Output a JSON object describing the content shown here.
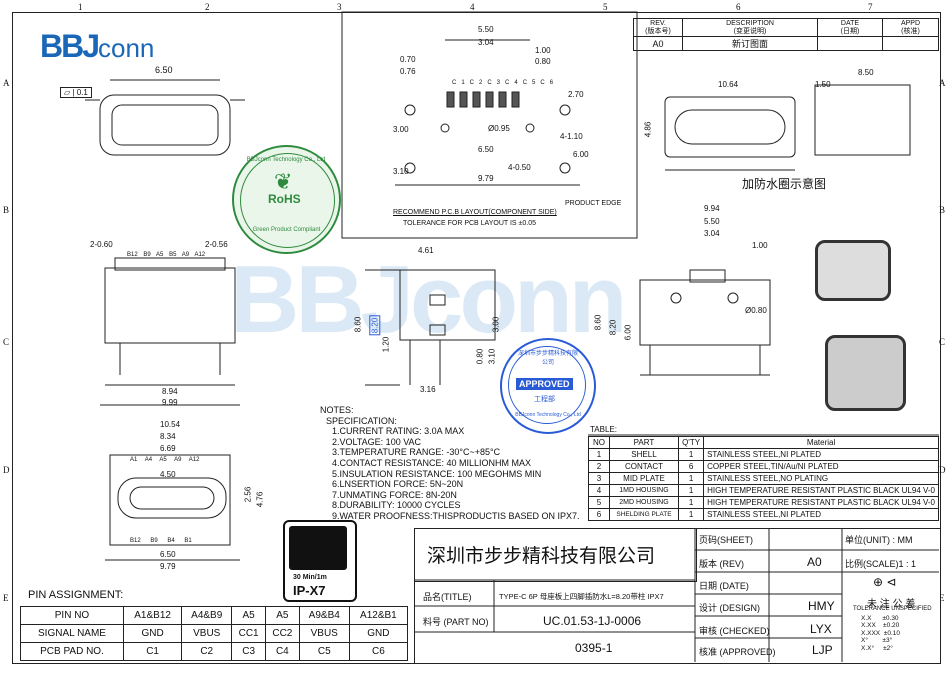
{
  "zones": {
    "cols": [
      "1",
      "2",
      "3",
      "4",
      "5",
      "6",
      "7"
    ],
    "rows": [
      "A",
      "B",
      "C",
      "D",
      "E"
    ]
  },
  "logo": {
    "text_bb": "BBJ",
    "text_conn": "conn",
    "watermark": "BBJconn"
  },
  "revision": {
    "headers": [
      "REV.\n(版本号)",
      "DESCRIPTION\n(变更说明)",
      "DATE\n(日期)",
      "APPD\n(核准)"
    ],
    "rev": "A0",
    "desc": "新订图面",
    "date": "",
    "appd": ""
  },
  "rohs": {
    "ring_top": "BBJconn Technology Co., Ltd",
    "center": "RoHS",
    "ring_bottom": "Green Product Compliant"
  },
  "approved_stamp": {
    "ring": "深圳市步步精科技有限公司",
    "center": "APPROVED",
    "sub": "工程部",
    "ring_en": "BBJconn Technology Co., Ltd"
  },
  "flatness": {
    "value": "0.1"
  },
  "pcb_layout": {
    "title": "RECOMMEND P.C.B LAYOUT(COMPONENT SIDE)",
    "tolerance": "TOLERANCE FOR PCB LAYOUT IS ±0.05",
    "product_edge": "PRODUCT EDGE",
    "pads": [
      "C1",
      "C2",
      "C3",
      "C4",
      "C5",
      "C6"
    ],
    "dims": [
      "5.50",
      "3.04",
      "1.00",
      "0.80",
      "0.70",
      "0.76",
      "2.70",
      "Ø0.95",
      "4-1.10",
      "6.50",
      "3.00",
      "6.00",
      "3.10",
      "4-0.50",
      "9.79"
    ]
  },
  "dims": {
    "front_top": "6.50",
    "left_labels": [
      "2-0.60",
      "2-0.56"
    ],
    "pins_top": [
      "B12",
      "B9",
      "A5",
      "B5",
      "A9",
      "A12"
    ],
    "front_bottom": [
      "8.94",
      "9.99"
    ],
    "side": [
      "4.61",
      "8.60",
      "8.20",
      "1.20",
      "3.00",
      "0.80",
      "3.10",
      "3.16"
    ],
    "right_side": [
      "9.94",
      "5.50",
      "3.04",
      "1.00",
      "8.60",
      "8.20",
      "6.00",
      "Ø0.80"
    ],
    "bottom_view": [
      "10.54",
      "8.34",
      "6.69",
      "4.50",
      "2.56",
      "4.76",
      "6.50",
      "9.79"
    ],
    "pins_bottom_top": [
      "A1",
      "A4",
      "A5",
      "A9",
      "A12"
    ],
    "pins_bottom_bot": [
      "B12",
      "B9",
      "B4",
      "B1"
    ],
    "iso": [
      "10.64",
      "8.50",
      "1.50",
      "4.86"
    ]
  },
  "waterproof_caption": "加防水圈示意图",
  "ipx7": {
    "depth": "30 Min/1m",
    "label": "IP-X7"
  },
  "notes": {
    "title": "NOTES:",
    "spec_title": "SPECIFICATION:",
    "items": [
      "1.CURRENT RATING: 3.0A MAX",
      "2.VOLTAGE: 100 VAC",
      "3.TEMPERATURE RANGE: -30°C~+85°C",
      "4.CONTACT RESISTANCE: 40 MILLIONHM MAX",
      "5.INSULATION RESISTANCE: 100 MEGOHMS MIN",
      "6.LNSERTION FORCE: 5N~20N",
      "7.UNMATING FORCE: 8N-20N",
      "8.DURABILITY: 10000 CYCLES",
      "9.WATER PROOFNESS:THISPRODUCTIS BASED ON IPX7."
    ]
  },
  "bom": {
    "title": "TABLE:",
    "headers": [
      "NO",
      "PART",
      "Q'TY",
      "Material"
    ],
    "rows": [
      [
        "1",
        "SHELL",
        "1",
        "STAINLESS STEEL,NI PLATED"
      ],
      [
        "2",
        "CONTACT",
        "6",
        "COPPER STEEL,TIN/Au/NI PLATED"
      ],
      [
        "3",
        "MID PLATE",
        "1",
        "STAINLESS STEEL,NO PLATING"
      ],
      [
        "4",
        "1MD HOUSING",
        "1",
        "HIGH TEMPERATURE RESISTANT PLASTIC BLACK UL94 V-0"
      ],
      [
        "5",
        "2MD HOUSING",
        "1",
        "HIGH TEMPERATURE RESISTANT PLASTIC BLACK UL94 V-0"
      ],
      [
        "6",
        "SHELDING PLATE",
        "1",
        "STAINLESS STEEL,NI PLATED"
      ]
    ]
  },
  "pin_assignment": {
    "title": "PIN  ASSIGNMENT:",
    "header": [
      "PIN  NO",
      "A1&B12",
      "A4&B9",
      "A5",
      "A5",
      "A9&B4",
      "A12&B1"
    ],
    "signal": [
      "SIGNAL  NAME",
      "GND",
      "VBUS",
      "CC1",
      "CC2",
      "VBUS",
      "GND"
    ],
    "pad": [
      "PCB  PAD  NO.",
      "C1",
      "C2",
      "C3",
      "C4",
      "C5",
      "C6"
    ]
  },
  "title_block": {
    "company": "深圳市步步精科技有限公司",
    "page_label": "页码(SHEET)",
    "unit_label": "单位(UNIT) : MM",
    "rev_label": "版本 (REV)",
    "rev_value": "A0",
    "scale_label": "比例(SCALE)1 : 1",
    "date_label": "日期 (DATE)",
    "title_label": "品名(TITLE)",
    "title_value": "TYPE-C 6P 母座板上四脚插防水L=8.20带柱 IPX7",
    "design_label": "设计 (DESIGN)",
    "design_value": "HMY",
    "unspec": "未 注 公 差",
    "unspec_en": "TOLERANCE UNSPECIFIED",
    "partno_label": "料号 (PART NO)",
    "partno_value": "UC.01.53-1J-0006",
    "checked_label": "审核 (CHECKED)",
    "checked_value": "LYX",
    "approved_label": "核准 (APPROVED)",
    "approved_value": "LJP",
    "drawing_no": "0395-1",
    "tolerances": [
      [
        "X.X",
        "±0.30"
      ],
      [
        "X.XX",
        "±0.20"
      ],
      [
        "X.XXX",
        "±0.10"
      ],
      [
        "X°",
        "±3°"
      ],
      [
        "X.X°",
        "±2°"
      ]
    ]
  }
}
